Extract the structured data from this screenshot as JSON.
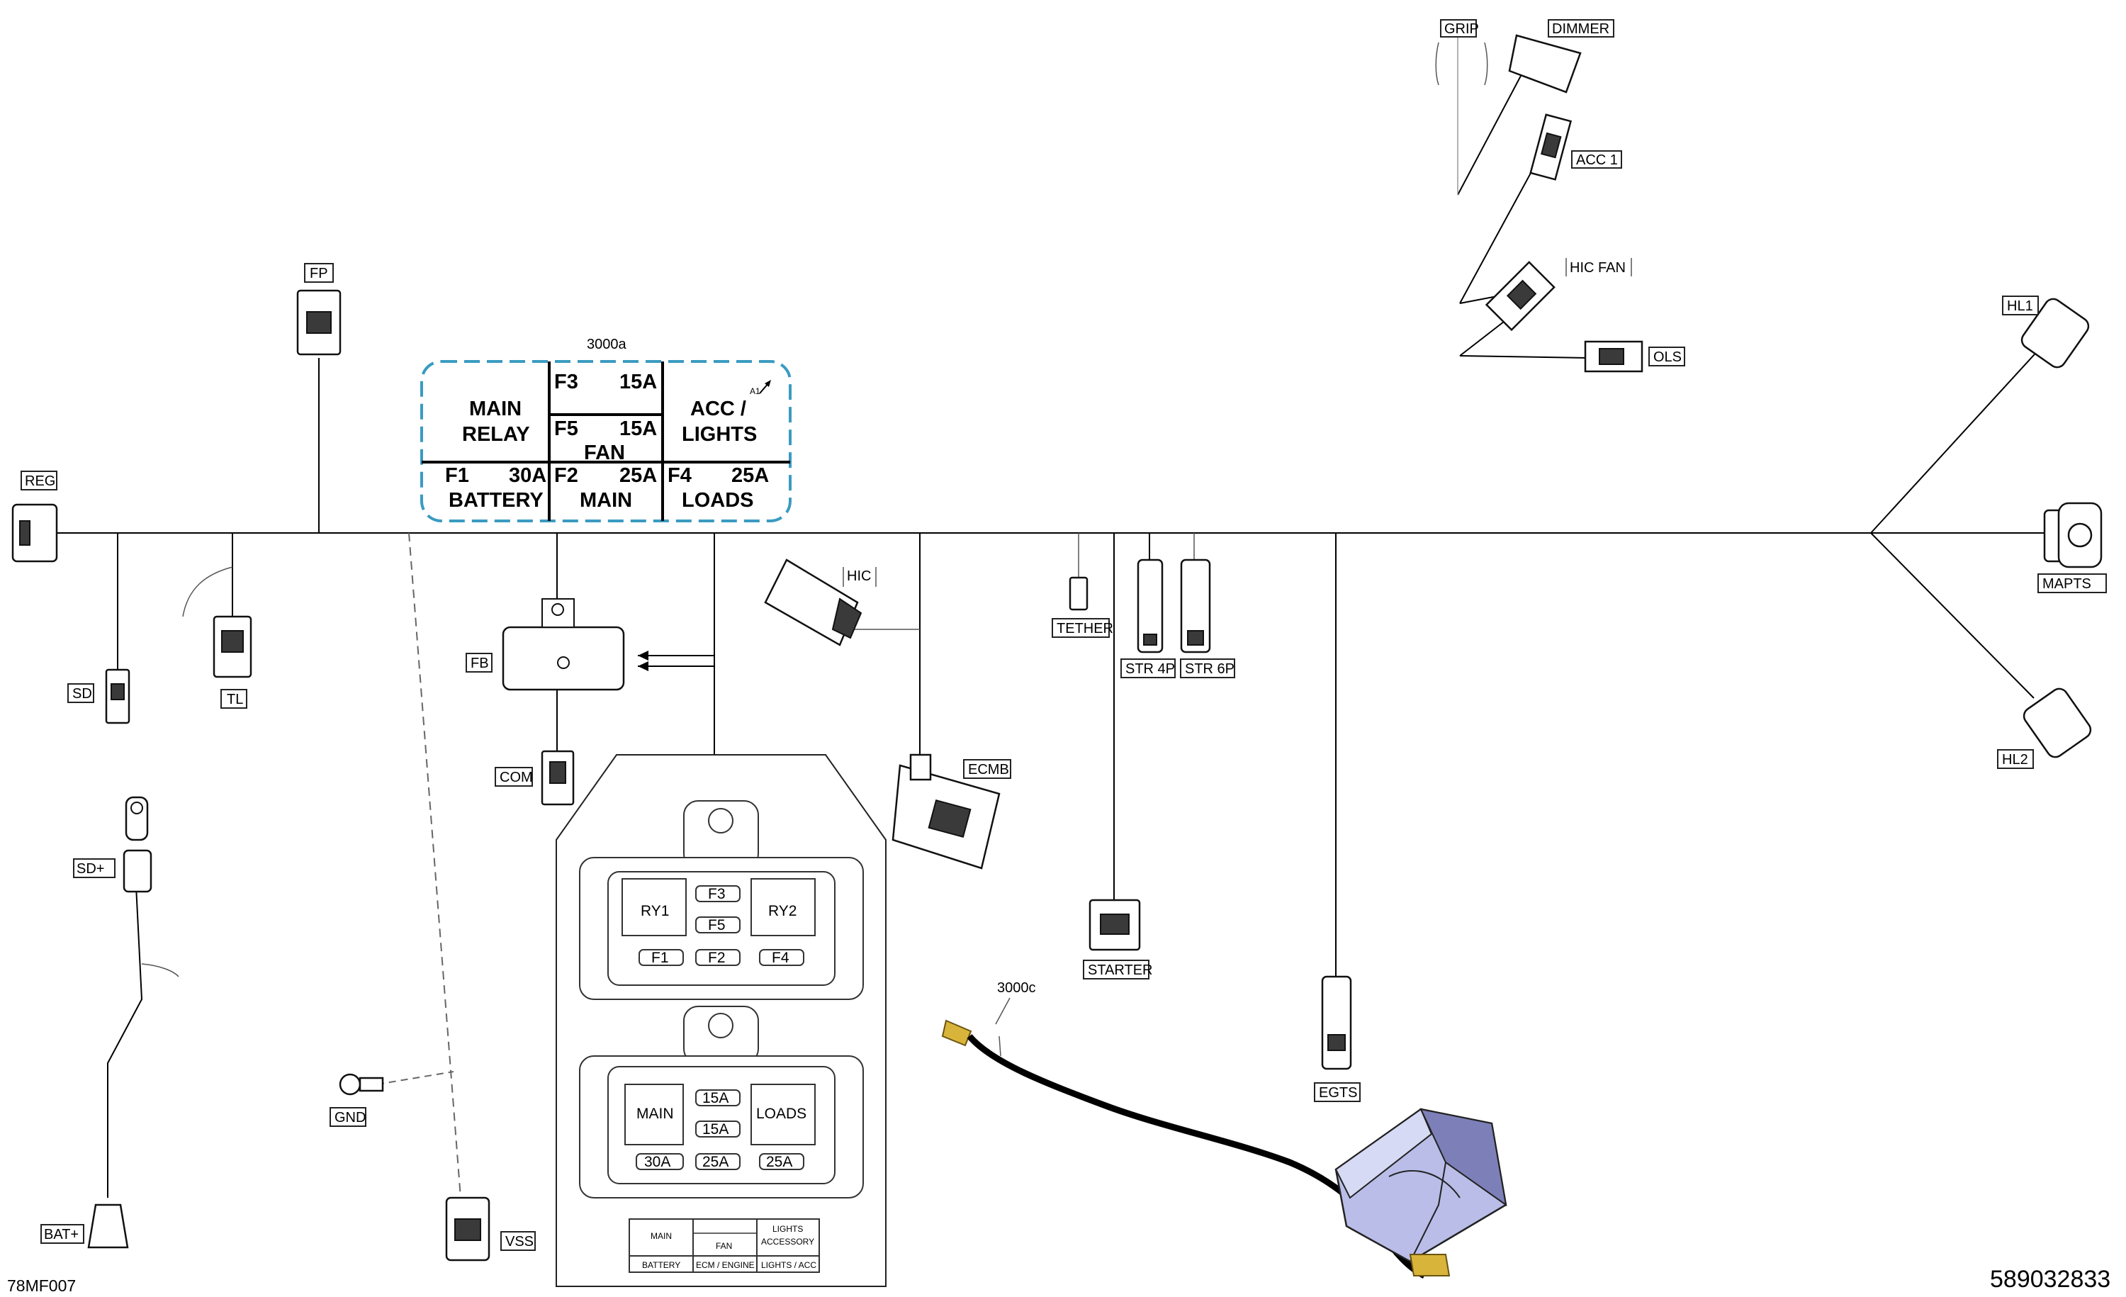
{
  "labels": {
    "grip": "GRIP",
    "dimmer": "DIMMER",
    "acc1": "ACC 1",
    "hic_fan": "HIC FAN",
    "ols": "OLS",
    "hl1": "HL1",
    "mapts": "MAPTS",
    "hl2": "HL2",
    "fp": "FP",
    "reg": "REG",
    "sd": "SD",
    "tl": "TL",
    "fb": "FB",
    "com": "COM",
    "hic": "HIC",
    "tether": "TETHER",
    "str4p": "STR 4P",
    "str6p": "STR 6P",
    "ecmb": "ECMB",
    "starter": "STARTER",
    "egts": "EGTS",
    "sd_plus": "SD+",
    "gnd": "GND",
    "bat_plus": "BAT+",
    "vss": "VSS",
    "ref_3000a": "3000a",
    "ref_3000c": "3000c",
    "a1": "A1"
  },
  "fusebox_legend": {
    "main_relay_1": "MAIN",
    "main_relay_2": "RELAY",
    "f3": "F3",
    "f3_rating": "15A",
    "f5": "F5",
    "f5_rating": "15A",
    "fan": "FAN",
    "acc_lights_1": "ACC /",
    "acc_lights_2": "LIGHTS",
    "f1": "F1",
    "f1_rating": "30A",
    "battery": "BATTERY",
    "f2": "F2",
    "f2_rating": "25A",
    "main": "MAIN",
    "f4": "F4",
    "f4_rating": "25A",
    "loads": "LOADS"
  },
  "fuse_block": {
    "ry1": "RY1",
    "ry2": "RY2",
    "f3": "F3",
    "f5": "F5",
    "f1": "F1",
    "f2": "F2",
    "f4": "F4",
    "main": "MAIN",
    "loads": "LOADS",
    "r15a_1": "15A",
    "r15a_2": "15A",
    "r30a": "30A",
    "r25a_1": "25A",
    "r25a_2": "25A",
    "table_main": "MAIN",
    "table_fan": "FAN",
    "table_lights_1": "LIGHTS",
    "table_lights_2": "ACCESSORY",
    "table_battery": "BATTERY",
    "table_ecm": "ECM / ENGINE",
    "table_lights_acc": "LIGHTS / ACC"
  },
  "corner": {
    "figure_code": "78MF007",
    "part_number": "589032833"
  },
  "colors": {
    "legend_border": "#3a9bc1",
    "battery_body": "#b9bde8",
    "battery_shade": "#7d80b8",
    "terminal": "#d8b43a"
  }
}
